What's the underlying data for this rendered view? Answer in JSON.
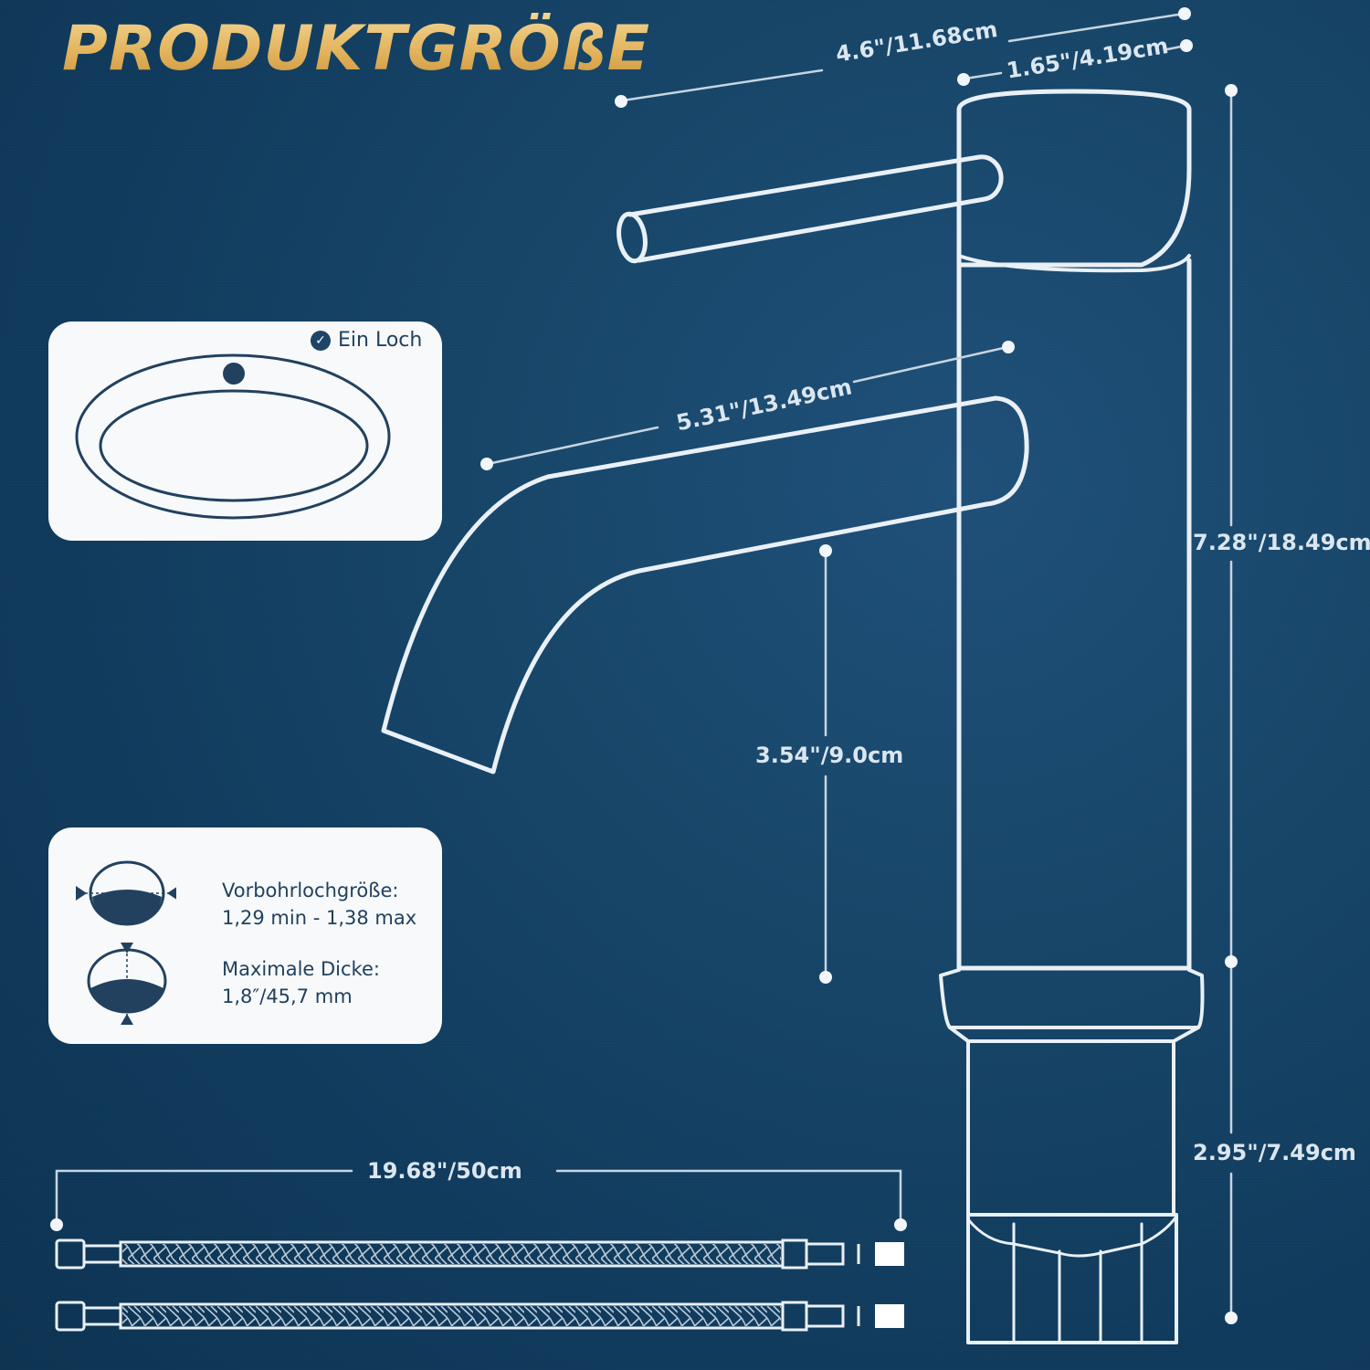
{
  "title": "PRODUKTGRÖßE",
  "dimensions": {
    "total_width": "4.6\"/11.68cm",
    "top_diameter": "1.65\"/4.19cm",
    "spout_reach": "5.31\"/13.49cm",
    "total_height": "7.28\"/18.49cm",
    "spout_height": "3.54\"/9.0cm",
    "shank_length": "2.95\"/7.49cm",
    "hose_length": "19.68\"/50cm"
  },
  "hole_card": {
    "badge_label": "Ein Loch",
    "badge_icon": "check-circle-icon"
  },
  "specs_card": {
    "predrill_label": "Vorbohrlochgröße:",
    "predrill_value": "1,29 min - 1,38 max",
    "thickness_label": "Maximale Dicke:",
    "thickness_value": "1,8″/45,7 mm"
  },
  "colors": {
    "background": "#123a5e",
    "line": "#e9f0f6",
    "title_gold": "#e2b35c",
    "card": "#f7f9fb",
    "card_text": "#22415e"
  }
}
